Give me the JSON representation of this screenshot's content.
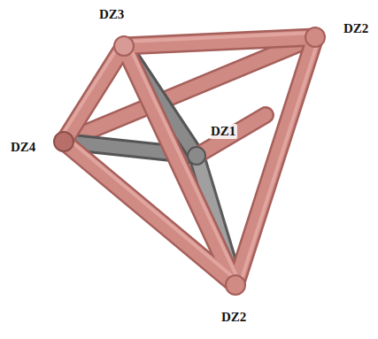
{
  "diagram": {
    "labels": [
      "DZ3",
      "DZ2",
      "DZ4",
      "DZ1",
      "DZ2"
    ]
  }
}
